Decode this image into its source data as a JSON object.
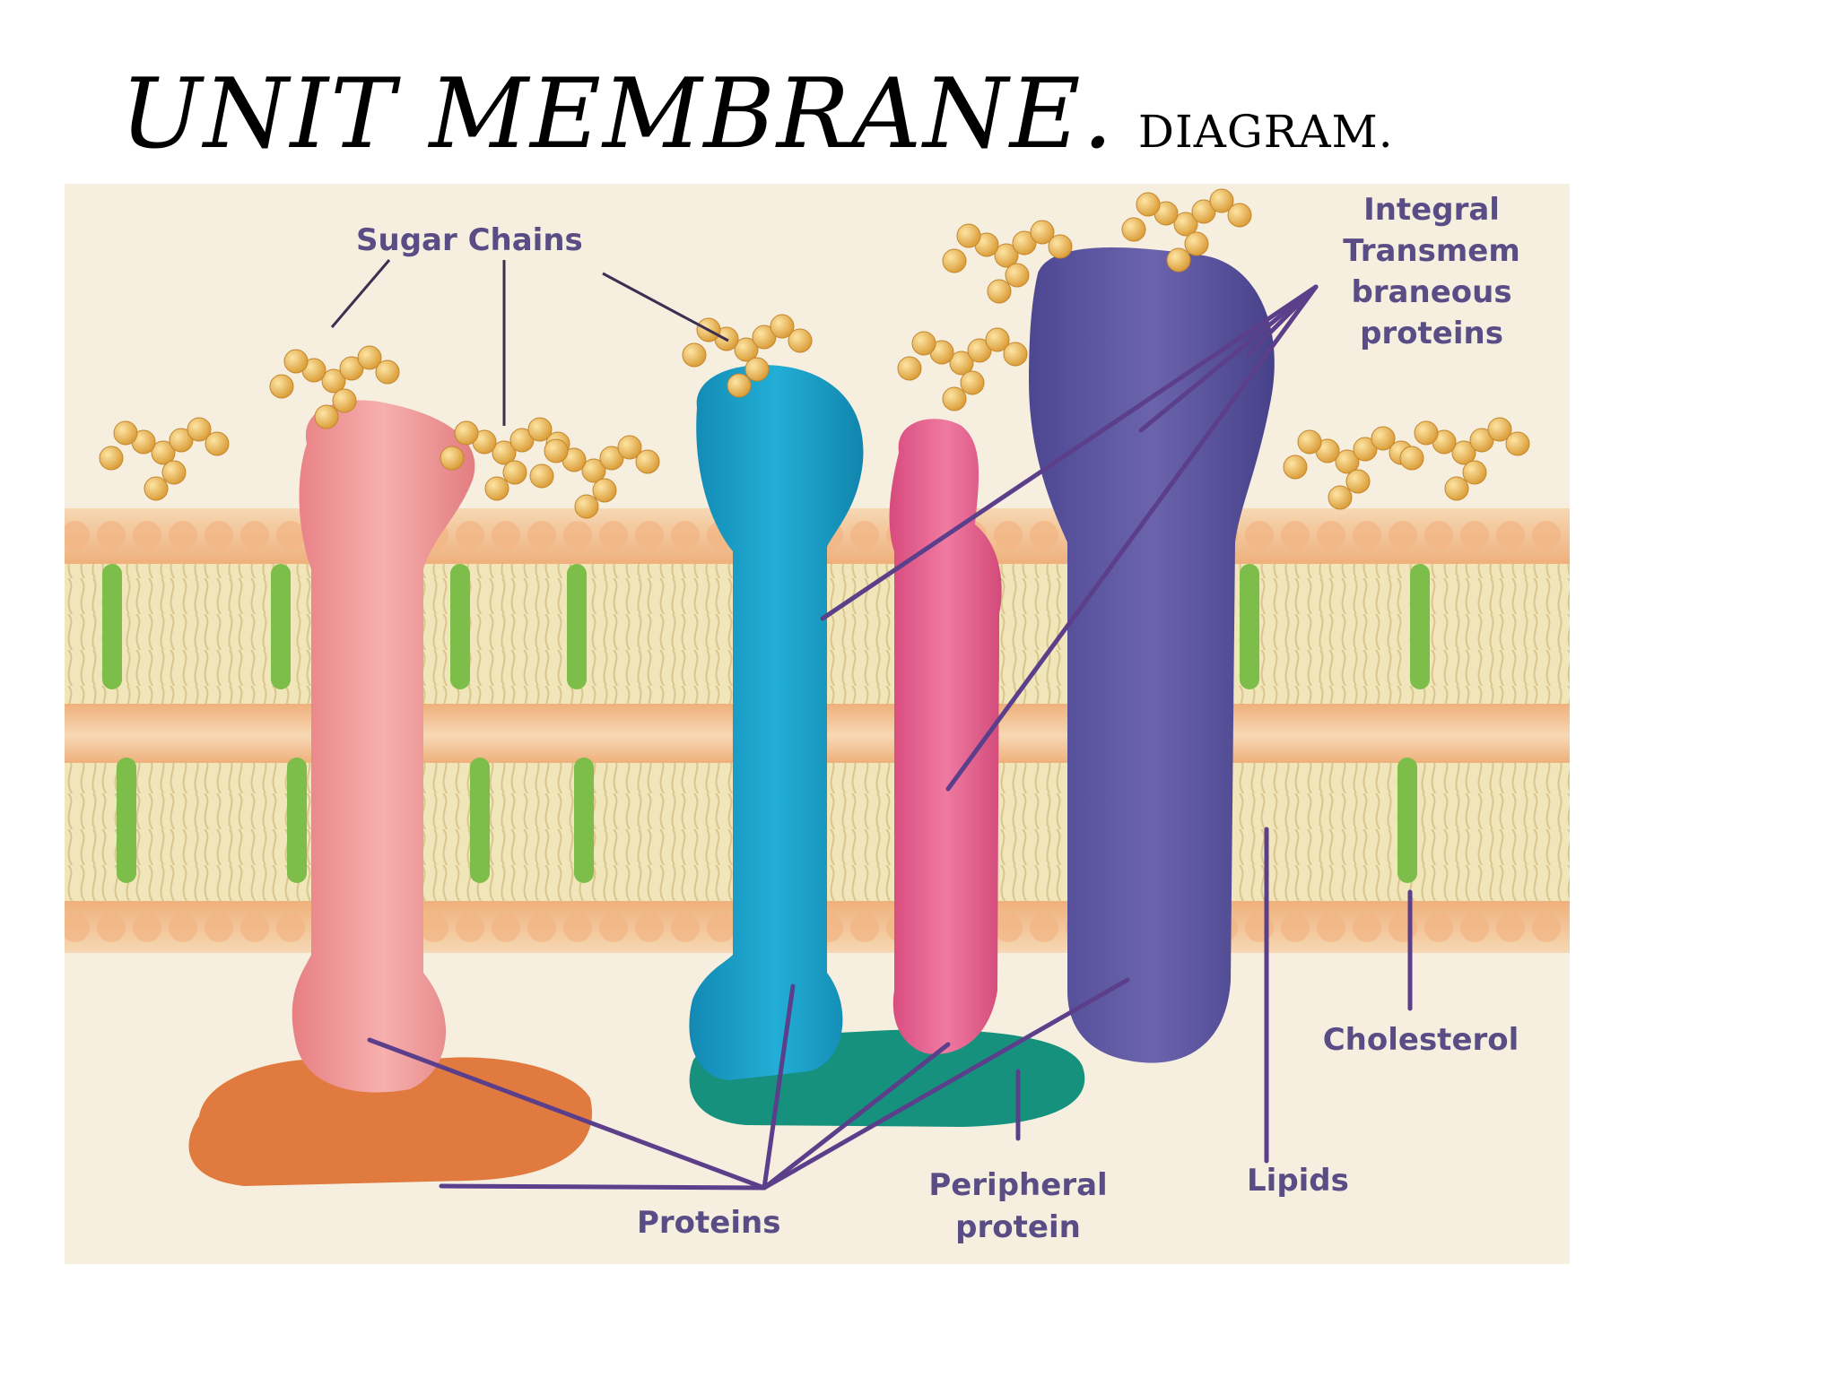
{
  "slide": {
    "title": "UNIT MEMBRANE.",
    "subtitle": "DIAGRAM."
  },
  "labels": {
    "sugar_chains": "Sugar Chains",
    "integral": [
      "Integral",
      "Transmem",
      "braneous",
      "proteins"
    ],
    "cholesterol": "Cholesterol",
    "lipids": "Lipids",
    "peripheral": [
      "Peripheral",
      "protein"
    ],
    "proteins": "Proteins"
  },
  "colors": {
    "background": "#f6efe0",
    "label_text": "#5a4d85",
    "leader_line": "#5b3f8a",
    "lipid_head": "#f3c79a",
    "lipid_tail": "#efe3b0",
    "cholesterol": "#7dbd4a",
    "sugar": "#e8b14e",
    "protein_pink": "#ee9a9a",
    "protein_blue": "#1c9ec8",
    "protein_magenta": "#e5608f",
    "protein_purple": "#5e57a0",
    "peripheral_teal": "#17937f",
    "peripheral_orange": "#e07a3e"
  }
}
